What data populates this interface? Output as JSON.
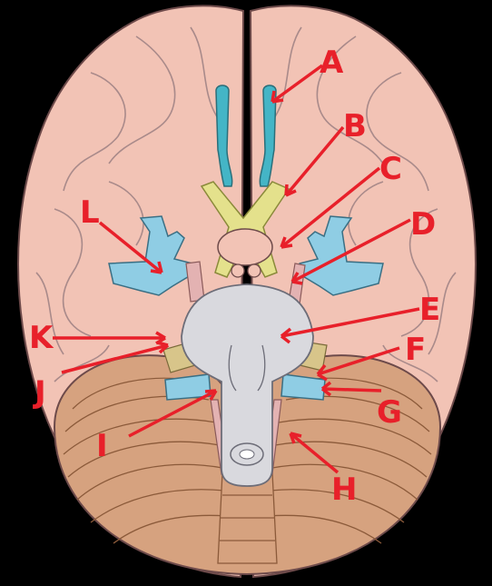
{
  "labels": [
    "A",
    "B",
    "C",
    "D",
    "E",
    "F",
    "G",
    "H",
    "I",
    "J",
    "K",
    "L"
  ],
  "colors": {
    "cerebrum": "#f2c3b5",
    "cerebellum": "#d6a27f",
    "brainstem": "#d9d9de",
    "olfactory": "#44b5c6",
    "optic": "#e4e18c",
    "vessel": "#8fcde4",
    "nerve_pink": "#e3b2b2",
    "nerve_purple": "#a58fc6",
    "annotation": "#e8202a"
  }
}
